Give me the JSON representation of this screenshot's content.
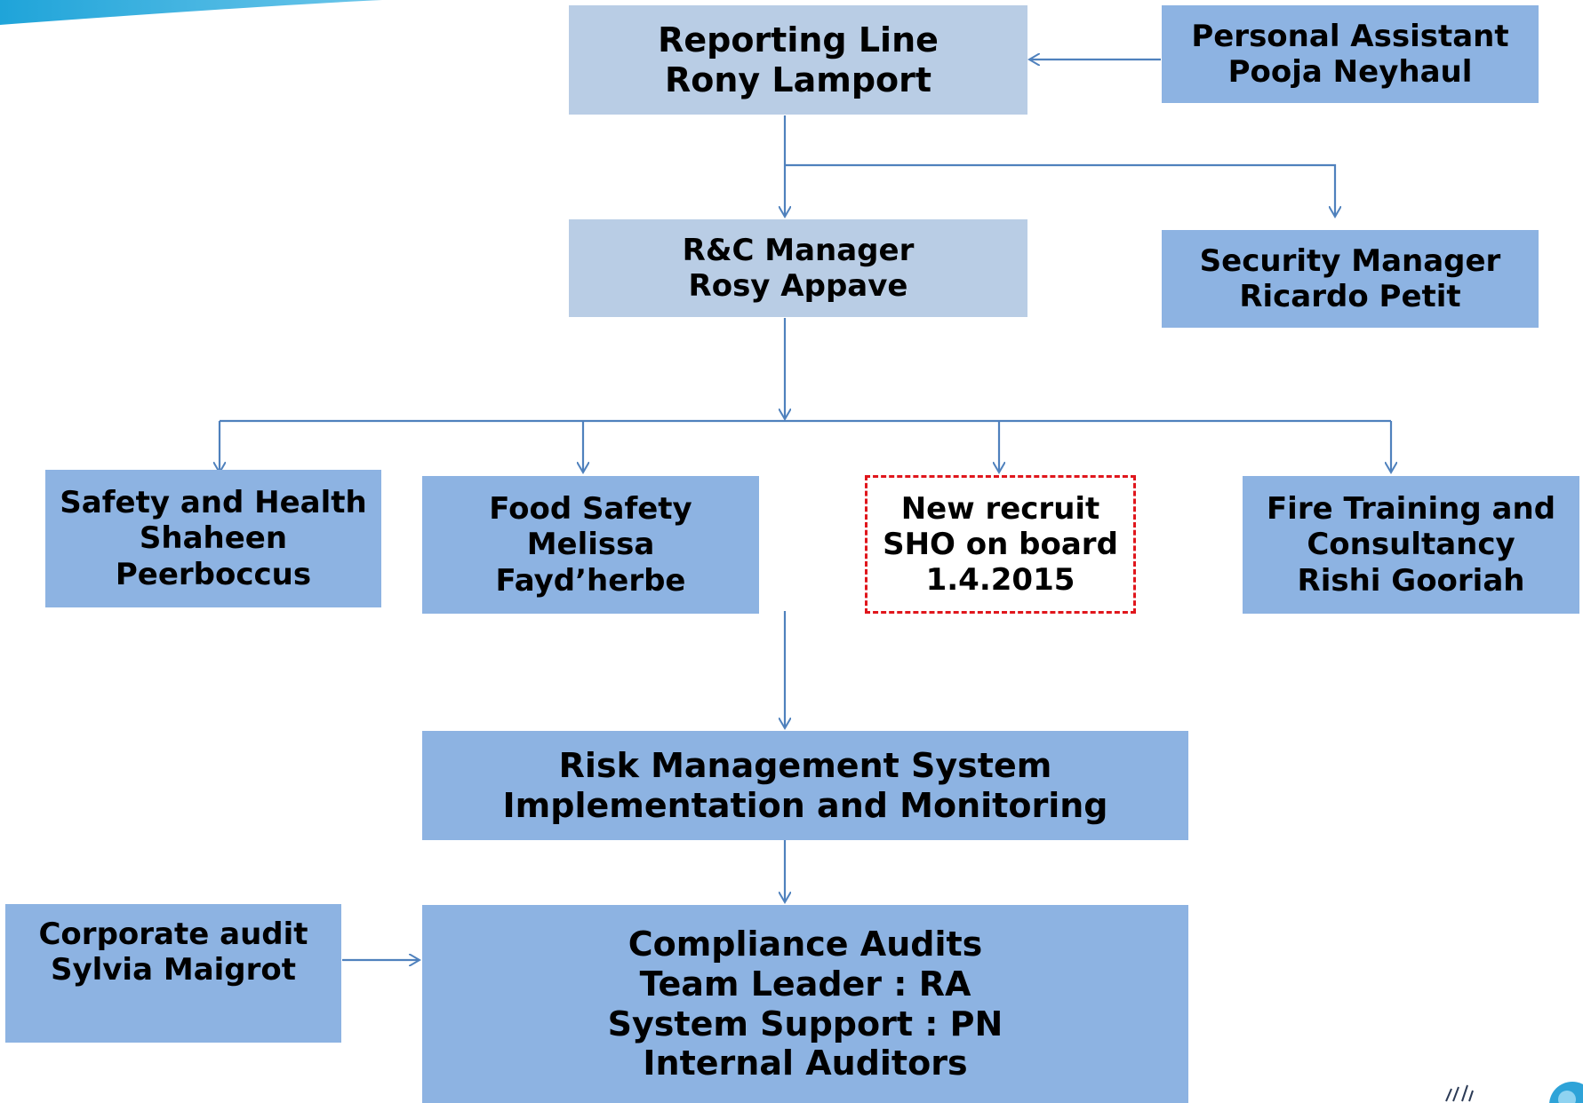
{
  "colors": {
    "box_fill": "#8db3e2",
    "box_fill_light": "#b9cde5",
    "connector": "#4f81bd",
    "dashed_border": "#e0161c",
    "text": "#000000"
  },
  "nodes": {
    "reporting_line": {
      "line1": "Reporting Line",
      "line2": "Rony Lamport"
    },
    "personal_assistant": {
      "line1": "Personal Assistant",
      "line2": "Pooja Neyhaul"
    },
    "rc_manager": {
      "line1": "R&C Manager",
      "line2": "Rosy Appave"
    },
    "security_manager": {
      "line1": "Security Manager",
      "line2": "Ricardo Petit"
    },
    "safety_health": {
      "line1": "Safety and Health",
      "line2": "Shaheen",
      "line3": "Peerboccus"
    },
    "food_safety": {
      "line1": "Food Safety",
      "line2": "Melissa",
      "line3": "Fayd’herbe"
    },
    "new_recruit": {
      "line1": "New recruit",
      "line2": "SHO on board",
      "line3": "1.4.2015"
    },
    "fire_training": {
      "line1": "Fire  Training and",
      "line2": "Consultancy",
      "line3": "Rishi Gooriah"
    },
    "risk_management": {
      "line1": "Risk Management System",
      "line2": "Implementation and Monitoring"
    },
    "corporate_audit": {
      "line1": "Corporate audit",
      "line2": "Sylvia Maigrot"
    },
    "compliance_audits": {
      "line1": "Compliance Audits",
      "line2": "Team Leader : RA",
      "line3": "System Support : PN",
      "line4": "Internal Auditors"
    }
  },
  "decorations": {
    "top_left": "blue-swoosh",
    "bottom_right": "logo-mark"
  }
}
